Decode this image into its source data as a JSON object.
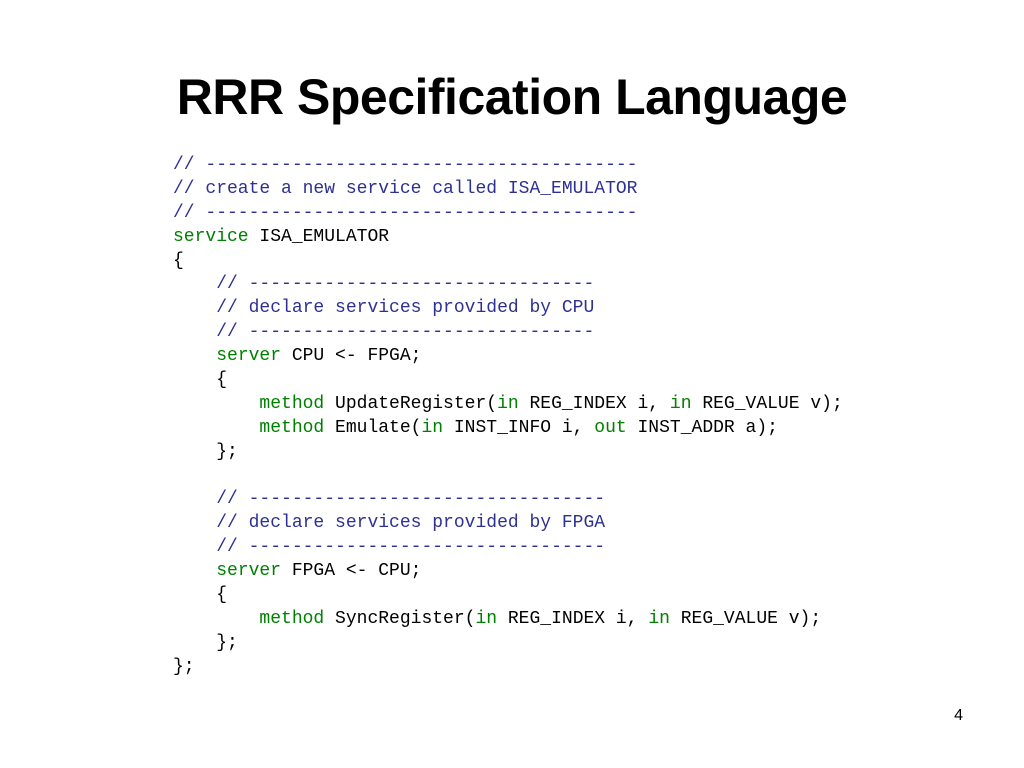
{
  "slide": {
    "title": "RRR Specification Language",
    "page_number": "4"
  },
  "colors": {
    "comment": "#2e3192",
    "keyword": "#008000",
    "text": "#000000"
  },
  "code": {
    "lines": [
      [
        {
          "t": "c",
          "v": "// ----------------------------------------"
        }
      ],
      [
        {
          "t": "c",
          "v": "// create a new service called ISA_EMULATOR"
        }
      ],
      [
        {
          "t": "c",
          "v": "// ----------------------------------------"
        }
      ],
      [
        {
          "t": "k",
          "v": "service"
        },
        {
          "t": "n",
          "v": " ISA_EMULATOR"
        }
      ],
      [
        {
          "t": "n",
          "v": "{"
        }
      ],
      [
        {
          "t": "n",
          "v": "    "
        },
        {
          "t": "c",
          "v": "// --------------------------------"
        }
      ],
      [
        {
          "t": "n",
          "v": "    "
        },
        {
          "t": "c",
          "v": "// declare services provided by CPU"
        }
      ],
      [
        {
          "t": "n",
          "v": "    "
        },
        {
          "t": "c",
          "v": "// --------------------------------"
        }
      ],
      [
        {
          "t": "n",
          "v": "    "
        },
        {
          "t": "k",
          "v": "server"
        },
        {
          "t": "n",
          "v": " CPU <- FPGA;"
        }
      ],
      [
        {
          "t": "n",
          "v": "    {"
        }
      ],
      [
        {
          "t": "n",
          "v": "        "
        },
        {
          "t": "k",
          "v": "method"
        },
        {
          "t": "n",
          "v": " UpdateRegister("
        },
        {
          "t": "k",
          "v": "in"
        },
        {
          "t": "n",
          "v": " REG_INDEX i, "
        },
        {
          "t": "k",
          "v": "in"
        },
        {
          "t": "n",
          "v": " REG_VALUE v);"
        }
      ],
      [
        {
          "t": "n",
          "v": "        "
        },
        {
          "t": "k",
          "v": "method"
        },
        {
          "t": "n",
          "v": " Emulate("
        },
        {
          "t": "k",
          "v": "in"
        },
        {
          "t": "n",
          "v": " INST_INFO i, "
        },
        {
          "t": "k",
          "v": "out"
        },
        {
          "t": "n",
          "v": " INST_ADDR a);"
        }
      ],
      [
        {
          "t": "n",
          "v": "    };"
        }
      ],
      [
        {
          "t": "n",
          "v": ""
        }
      ],
      [
        {
          "t": "n",
          "v": "    "
        },
        {
          "t": "c",
          "v": "// ---------------------------------"
        }
      ],
      [
        {
          "t": "n",
          "v": "    "
        },
        {
          "t": "c",
          "v": "// declare services provided by FPGA"
        }
      ],
      [
        {
          "t": "n",
          "v": "    "
        },
        {
          "t": "c",
          "v": "// ---------------------------------"
        }
      ],
      [
        {
          "t": "n",
          "v": "    "
        },
        {
          "t": "k",
          "v": "server"
        },
        {
          "t": "n",
          "v": " FPGA <- CPU;"
        }
      ],
      [
        {
          "t": "n",
          "v": "    {"
        }
      ],
      [
        {
          "t": "n",
          "v": "        "
        },
        {
          "t": "k",
          "v": "method"
        },
        {
          "t": "n",
          "v": " SyncRegister("
        },
        {
          "t": "k",
          "v": "in"
        },
        {
          "t": "n",
          "v": " REG_INDEX i, "
        },
        {
          "t": "k",
          "v": "in"
        },
        {
          "t": "n",
          "v": " REG_VALUE v);"
        }
      ],
      [
        {
          "t": "n",
          "v": "    };"
        }
      ],
      [
        {
          "t": "n",
          "v": "};"
        }
      ]
    ]
  }
}
